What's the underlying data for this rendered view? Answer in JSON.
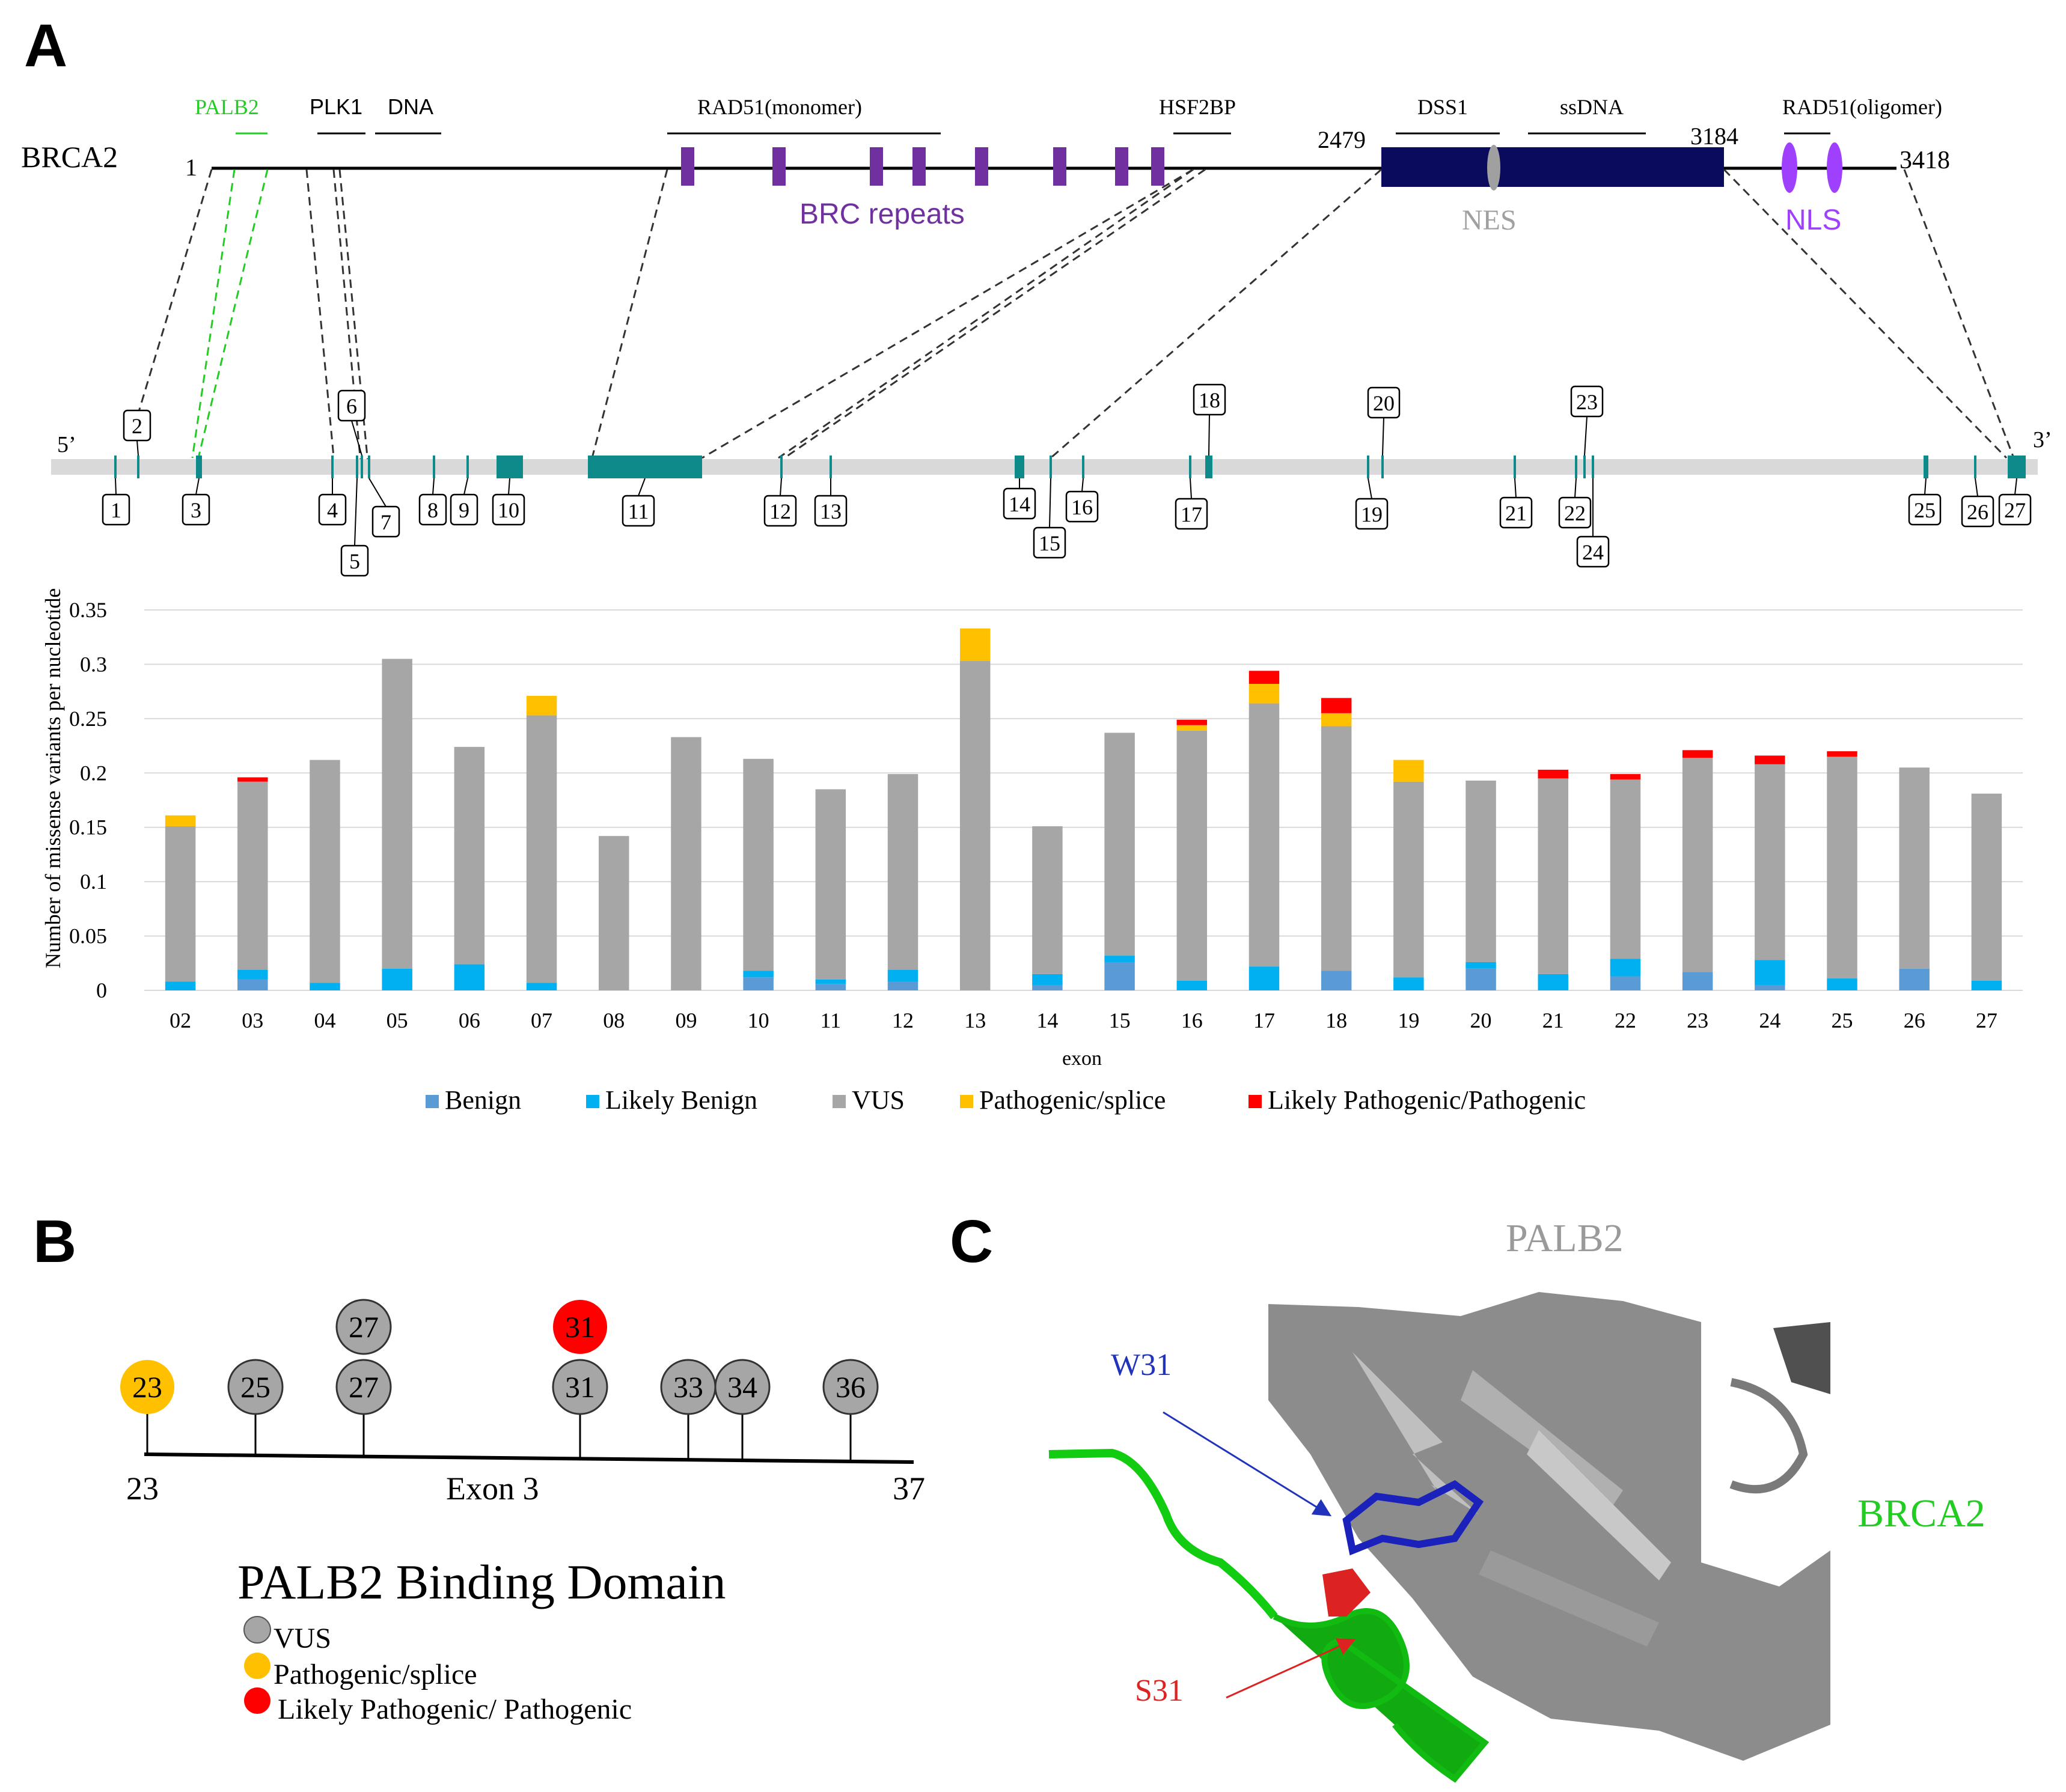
{
  "colors": {
    "benign": "#5b9bd5",
    "likely_benign": "#00b0f0",
    "vus": "#a6a6a6",
    "pathogenic_splice": "#ffc000",
    "likely_pathogenic": "#ff0000",
    "palb2_green": "#22cc22",
    "brc_purple": "#7030a0",
    "nls_purple": "#a040ff",
    "dna_binding_navy": "#0b0b5e",
    "nes_gray": "#a0a0a0",
    "exon_teal": "#0e8a8a",
    "w31_blue": "#2233bb",
    "s31_red": "#dd2222"
  },
  "panel_a": {
    "letter": "A",
    "protein": {
      "name": "BRCA2",
      "start": "1",
      "end": "3418",
      "domain_start": "2479",
      "domain_end": "3184",
      "regions": [
        "PALB2",
        "PLK1",
        "DNA",
        "RAD51(monomer)",
        "HSF2BP",
        "DSS1",
        "ssDNA",
        "RAD51(oligomer)"
      ],
      "brc_label": "BRC repeats",
      "nes_label": "NES",
      "nls_label": "NLS"
    },
    "gene": {
      "five_prime": "5’",
      "three_prime": "3’",
      "exons": [
        "1",
        "2",
        "3",
        "4",
        "5",
        "6",
        "7",
        "8",
        "9",
        "10",
        "11",
        "12",
        "13",
        "14",
        "15",
        "16",
        "17",
        "18",
        "19",
        "20",
        "21",
        "22",
        "23",
        "24",
        "25",
        "26",
        "27"
      ]
    }
  },
  "chart_data": {
    "type": "bar",
    "stacked": true,
    "xlabel": "exon",
    "ylabel": "Number of missense variants per nucleotide",
    "ylim": [
      0,
      0.35
    ],
    "yticks": [
      "0",
      "0.05",
      "0.1",
      "0.15",
      "0.2",
      "0.25",
      "0.3",
      "0.35"
    ],
    "grid": true,
    "legend_position": "bottom",
    "categories": [
      "02",
      "03",
      "04",
      "05",
      "06",
      "07",
      "08",
      "09",
      "10",
      "11",
      "12",
      "13",
      "14",
      "15",
      "16",
      "17",
      "18",
      "19",
      "20",
      "21",
      "22",
      "23",
      "24",
      "25",
      "26",
      "27"
    ],
    "series": [
      {
        "name": "Benign",
        "values": [
          0,
          0.01,
          0,
          0,
          0,
          0,
          0,
          0,
          0.012,
          0.006,
          0.008,
          0,
          0.005,
          0.026,
          0,
          0,
          0.018,
          0,
          0.02,
          0,
          0.013,
          0.017,
          0.005,
          0,
          0.02,
          0
        ]
      },
      {
        "name": "Likely Benign",
        "values": [
          0.008,
          0.009,
          0.007,
          0.02,
          0.024,
          0.007,
          0,
          0,
          0.006,
          0.004,
          0.011,
          0,
          0.01,
          0.006,
          0.009,
          0.022,
          0,
          0.012,
          0.006,
          0.015,
          0.016,
          0,
          0.023,
          0.011,
          0,
          0.009
        ]
      },
      {
        "name": "VUS",
        "values": [
          0.143,
          0.173,
          0.205,
          0.285,
          0.2,
          0.246,
          0.142,
          0.233,
          0.195,
          0.175,
          0.18,
          0.303,
          0.136,
          0.205,
          0.23,
          0.242,
          0.225,
          0.18,
          0.167,
          0.18,
          0.165,
          0.197,
          0.18,
          0.204,
          0.185,
          0.172
        ]
      },
      {
        "name": "Pathogenic/splice",
        "values": [
          0.01,
          0,
          0,
          0,
          0,
          0.018,
          0,
          0,
          0,
          0,
          0,
          0.03,
          0,
          0,
          0.005,
          0.018,
          0.012,
          0.02,
          0,
          0,
          0,
          0,
          0,
          0,
          0,
          0
        ]
      },
      {
        "name": "Likely Pathogenic/Pathogenic",
        "values": [
          0,
          0.004,
          0,
          0,
          0,
          0,
          0,
          0,
          0,
          0,
          0,
          0,
          0,
          0,
          0.005,
          0.012,
          0.014,
          0,
          0,
          0.008,
          0.005,
          0.007,
          0.008,
          0.005,
          0,
          0
        ]
      }
    ]
  },
  "panel_b": {
    "letter": "B",
    "axis_start": "23",
    "axis_end": "37",
    "axis_label": "Exon 3",
    "title": "PALB2 Binding Domain",
    "variants": [
      {
        "pos": 23,
        "label": "23",
        "type": "pathogenic_splice"
      },
      {
        "pos": 25,
        "label": "25",
        "type": "vus"
      },
      {
        "pos": 27,
        "label": "27",
        "type": "vus"
      },
      {
        "pos": 27,
        "label": "27",
        "type": "vus"
      },
      {
        "pos": 31,
        "label": "31",
        "type": "vus"
      },
      {
        "pos": 31,
        "label": "31",
        "type": "likely_pathogenic"
      },
      {
        "pos": 33,
        "label": "33",
        "type": "vus"
      },
      {
        "pos": 34,
        "label": "34",
        "type": "vus"
      },
      {
        "pos": 36,
        "label": "36",
        "type": "vus"
      }
    ],
    "legend": {
      "vus": "VUS",
      "pathogenic_splice": "Pathogenic/splice",
      "likely_pathogenic": "Likely  Pathogenic/  Pathogenic"
    }
  },
  "panel_c": {
    "letter": "C",
    "palb2_label": "PALB2",
    "brca2_label": "BRCA2",
    "w31_label": "W31",
    "s31_label": "S31"
  }
}
